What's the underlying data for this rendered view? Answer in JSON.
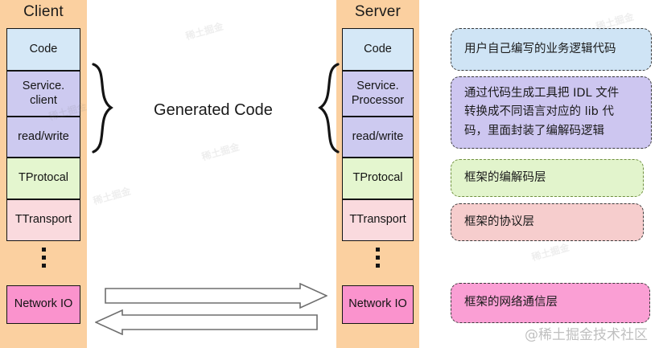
{
  "client": {
    "title": "Client",
    "layers": [
      {
        "label": "Code",
        "color": "#d5e8f7"
      },
      {
        "label": "Service.\nclient",
        "color": "#cdcaf0"
      },
      {
        "label": "read/write",
        "color": "#cdcaf0"
      },
      {
        "label": "TProtocal",
        "color": "#e4f6cf"
      },
      {
        "label": "TTransport",
        "color": "#fadade"
      },
      {
        "label": "Network IO",
        "color": "#fa93cd"
      }
    ],
    "ellipsis": "⋮"
  },
  "server": {
    "title": "Server",
    "layers": [
      {
        "label": "Code",
        "color": "#d5e8f7"
      },
      {
        "label": "Service.\nProcessor",
        "color": "#cdcaf0"
      },
      {
        "label": "read/write",
        "color": "#cdcaf0"
      },
      {
        "label": "TProtocal",
        "color": "#e4f6cf"
      },
      {
        "label": "TTransport",
        "color": "#fadade"
      },
      {
        "label": "Network IO",
        "color": "#fa93cd"
      }
    ],
    "ellipsis": "⋮"
  },
  "middle": {
    "generated_code_label": "Generated Code",
    "brace_left": "}",
    "brace_right": "}",
    "arrow_right_name": "client-to-server-arrow",
    "arrow_left_name": "server-to-client-arrow"
  },
  "callouts": [
    {
      "lines": [
        "用户自己编写的业务逻辑代码"
      ],
      "color": "#cfe4f5",
      "border": "#3a3a3a"
    },
    {
      "lines": [
        "通过代码生成工具把 IDL 文件",
        "转换成不同语言对应的 lib 代",
        "码，里面封装了编解码逻辑"
      ],
      "color": "#cdc6f0",
      "border": "#3a3a3a"
    },
    {
      "lines": [
        "框架的编解码层"
      ],
      "color": "#e2f4cc",
      "border": "#6f8f3f"
    },
    {
      "lines": [
        "框架的协议层"
      ],
      "color": "#f6cdcd",
      "border": "#3a3a3a"
    },
    {
      "lines": [
        "框架的网络通信层"
      ],
      "color": "#fa9fd4",
      "border": "#3a3a3a"
    }
  ],
  "watermark": {
    "main": "@稀土掘金技术社区",
    "tiles": [
      "稀土掘金",
      "稀土掘金",
      "稀土掘金",
      "稀土掘金",
      "稀土掘金",
      "稀土掘金"
    ]
  },
  "palette": {
    "column_bg": "#fbd0a0",
    "page_bg": "#ffffff",
    "outline": "#141414"
  }
}
